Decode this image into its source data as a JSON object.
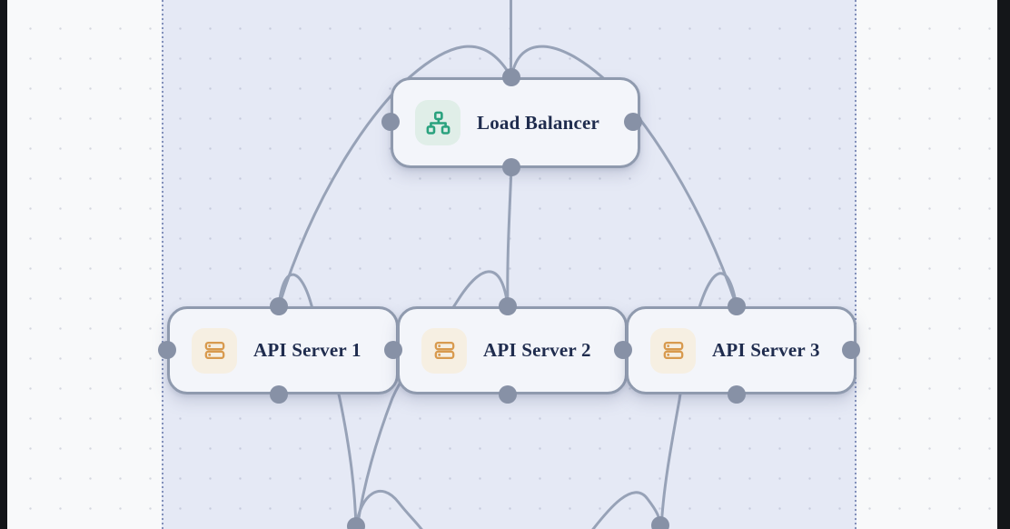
{
  "canvas": {
    "type": "flow-diagram",
    "selection": {
      "fill": "rgba(97,124,212,0.12)",
      "border_color": "#8290ba"
    },
    "colors": {
      "background": "#f8f9fa",
      "grid_dot": "#d6d9e0",
      "edge": "#97a2b7",
      "handle": "#8791a6",
      "node_border": "#8f9aae",
      "node_fill": "#f3f5fa",
      "label_text": "#1f2c4e",
      "network_icon": "#2aa27e",
      "network_icon_bg": "#e0eee8",
      "server_icon": "#d89a4e",
      "server_icon_bg": "#f6efe2"
    },
    "nodes": [
      {
        "label": "Load Balancer",
        "icon": "network-hierarchy-icon"
      },
      {
        "label": "API Server 1",
        "icon": "server-icon"
      },
      {
        "label": "API Server 2",
        "icon": "server-icon"
      },
      {
        "label": "API Server 3",
        "icon": "server-icon"
      }
    ],
    "edges": [
      {
        "from": "offscreen-top",
        "to": "Load Balancer"
      },
      {
        "from": "API Server 1",
        "to": "Load Balancer"
      },
      {
        "from": "API Server 3",
        "to": "Load Balancer"
      },
      {
        "from": "Load Balancer",
        "to": "API Server 2"
      },
      {
        "from": "API Server 1",
        "to": "offscreen-bottom-left"
      },
      {
        "from": "API Server 2",
        "to": "offscreen-bottom-left"
      },
      {
        "from": "API Server 3",
        "to": "offscreen-bottom-right"
      },
      {
        "from": "offscreen-bottom-left",
        "to": "offscreen-bottom"
      },
      {
        "from": "offscreen-bottom",
        "to": "offscreen-bottom-right"
      }
    ]
  }
}
